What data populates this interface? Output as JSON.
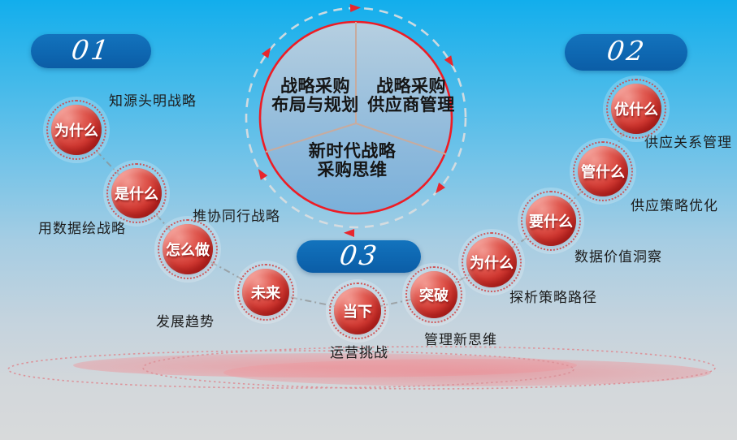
{
  "badges": [
    {
      "label": "01"
    },
    {
      "label": "02"
    },
    {
      "label": "03"
    }
  ],
  "center": {
    "left_line1": "战略采购",
    "left_line2": "布局与规划",
    "right_line1": "战略采购",
    "right_line2": "供应商管理",
    "bottom_line1": "新时代战略",
    "bottom_line2": "采购思维"
  },
  "nodes": [
    {
      "label": "为什么",
      "caption": "知源头明战略"
    },
    {
      "label": "是什么",
      "caption": "用数据绘战略"
    },
    {
      "label": "怎么做",
      "caption": "推协同行战略"
    },
    {
      "label": "未来",
      "caption": "发展趋势"
    },
    {
      "label": "当下",
      "caption": "运营挑战"
    },
    {
      "label": "突破",
      "caption": "管理新思维"
    },
    {
      "label": "为什么",
      "caption": "探析策略路径"
    },
    {
      "label": "要什么",
      "caption": "数据价值洞察"
    },
    {
      "label": "管什么",
      "caption": "供应策略优化"
    },
    {
      "label": "优什么",
      "caption": "供应关系管理"
    }
  ],
  "colors": {
    "background_top": "#12aeec",
    "background_bottom": "#d8dadb",
    "badge_blue": "#0e67b1",
    "ring_red": "#ee1c24",
    "ball_red": "#d23a33",
    "dashed_ring_grey": "#dadddf",
    "divider_tan": "#c7ab9f",
    "glow_pink": "#ec959b",
    "text_dark": "#151515"
  }
}
